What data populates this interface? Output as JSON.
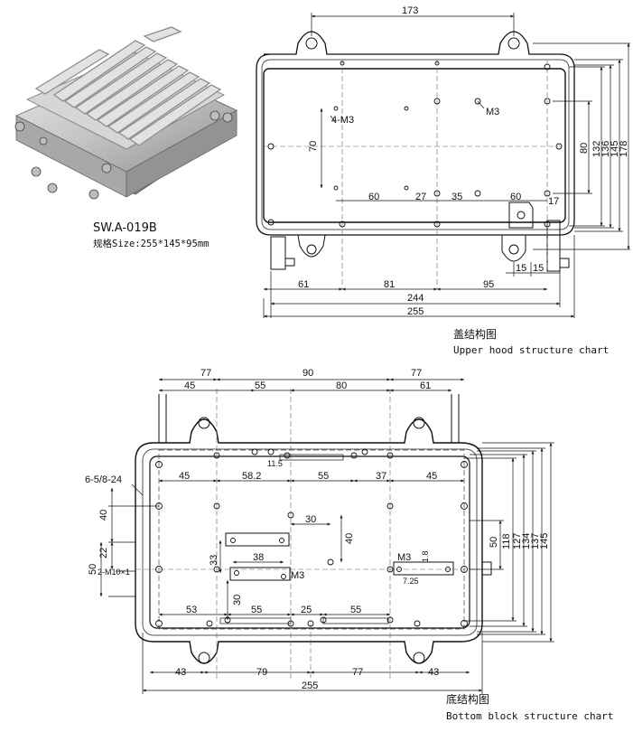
{
  "product": {
    "model": "SW.A-019B",
    "spec": "规格Size:255*145*95mm"
  },
  "upper_view": {
    "caption_cn": "盖结构图",
    "caption_en": "Upper hood structure chart",
    "labels": {
      "d173": "173",
      "d4m3": "4-M3",
      "m3": "M3",
      "d70": "70",
      "d60a": "60",
      "d27": "27",
      "d35": "35",
      "d60b": "60",
      "d17": "17",
      "d80": "80",
      "d132": "132",
      "d136": "136",
      "d145": "145",
      "d178": "178",
      "d61": "61",
      "d81": "81",
      "d95": "95",
      "d15a": "15",
      "d15b": "15",
      "d244": "244",
      "d255": "255"
    }
  },
  "bottom_view": {
    "caption_cn": "底结构图",
    "caption_en": "Bottom block structure chart",
    "labels": {
      "d77a": "77",
      "d90": "90",
      "d77b": "77",
      "d45a": "45",
      "d55a": "55",
      "d80": "80",
      "d61": "61",
      "d11_5": "11.5",
      "d6_5": "6-5/8-24",
      "d45b": "45",
      "d58_2": "58.2",
      "d55b": "55",
      "d37": "37",
      "d45c": "45",
      "d40a": "40",
      "d30a": "30",
      "d40b": "40",
      "d22": "22",
      "d50a": "50",
      "d2m10": "2-M10×1",
      "d33": "33",
      "d38": "38",
      "m3a": "M3",
      "m3b": "M3",
      "d1_8": "1.8",
      "d7_25": "7.25",
      "d30b": "30",
      "d53": "53",
      "d55c": "55",
      "d25": "25",
      "d55d": "55",
      "d50b": "50",
      "d118": "118",
      "d127": "127",
      "d134": "134",
      "d137": "137",
      "d145": "145",
      "d43a": "43",
      "d79": "79",
      "d77c": "77",
      "d43b": "43",
      "d255": "255"
    }
  },
  "colors": {
    "line": "#111111",
    "housing_light": "#dcdcdc",
    "housing_mid": "#b4b4b4",
    "housing_dark": "#7a7a7a"
  }
}
